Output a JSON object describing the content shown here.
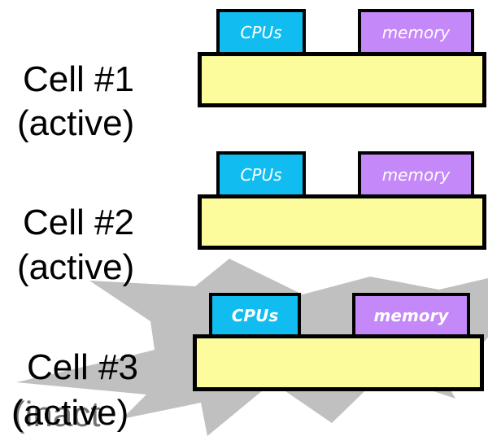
{
  "colors": {
    "board_fill": "#fcfc9c",
    "cpu_fill": "#11bdf0",
    "memory_fill": "#c488f8",
    "burst_fill": "#c0c0c0",
    "outline": "#000000"
  },
  "icons": {
    "burst": "explosion-burst-icon"
  },
  "cells": [
    {
      "label": "Cell #1",
      "status": "(active)",
      "cpu_label": "CPUs",
      "memory_label": "memory"
    },
    {
      "label": "Cell #2",
      "status": "(active)",
      "cpu_label": "CPUs",
      "memory_label": "memory"
    },
    {
      "label": "Cell #3",
      "status": "(active)",
      "status_overlap": "(inact",
      "cpu_label": "CPUs",
      "memory_label": "memory"
    }
  ]
}
